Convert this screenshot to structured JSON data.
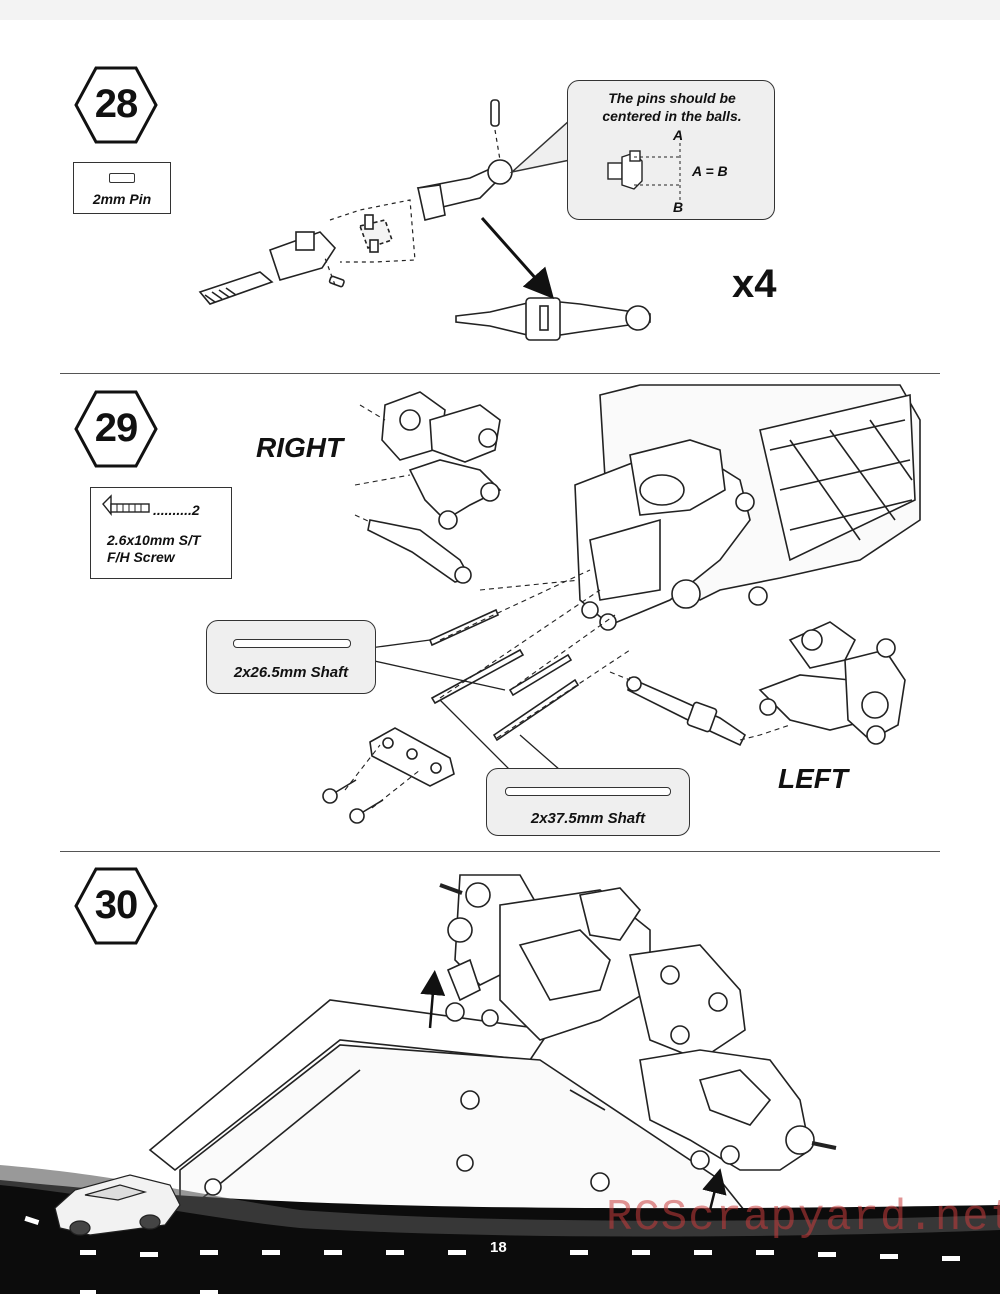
{
  "steps": [
    {
      "number": "28"
    },
    {
      "number": "29"
    },
    {
      "number": "30"
    }
  ],
  "step28": {
    "part_label": "2mm Pin",
    "callout_text": "The pins should be centered in the balls.",
    "callout_a": "A",
    "callout_b": "B",
    "callout_eq": "A = B",
    "quantity": "x4"
  },
  "step29": {
    "right_label": "RIGHT",
    "left_label": "LEFT",
    "screw_count": "..........2",
    "screw_label": "2.6x10mm S/T F/H Screw",
    "shaft_short_label": "2x26.5mm Shaft",
    "shaft_long_label": "2x37.5mm Shaft"
  },
  "footer": {
    "page_number": "18",
    "watermark": "RCScrapyard.net"
  },
  "icons": [
    "hexagon-badge",
    "pin-icon",
    "screw-icon",
    "shaft-icon",
    "car-icon"
  ]
}
